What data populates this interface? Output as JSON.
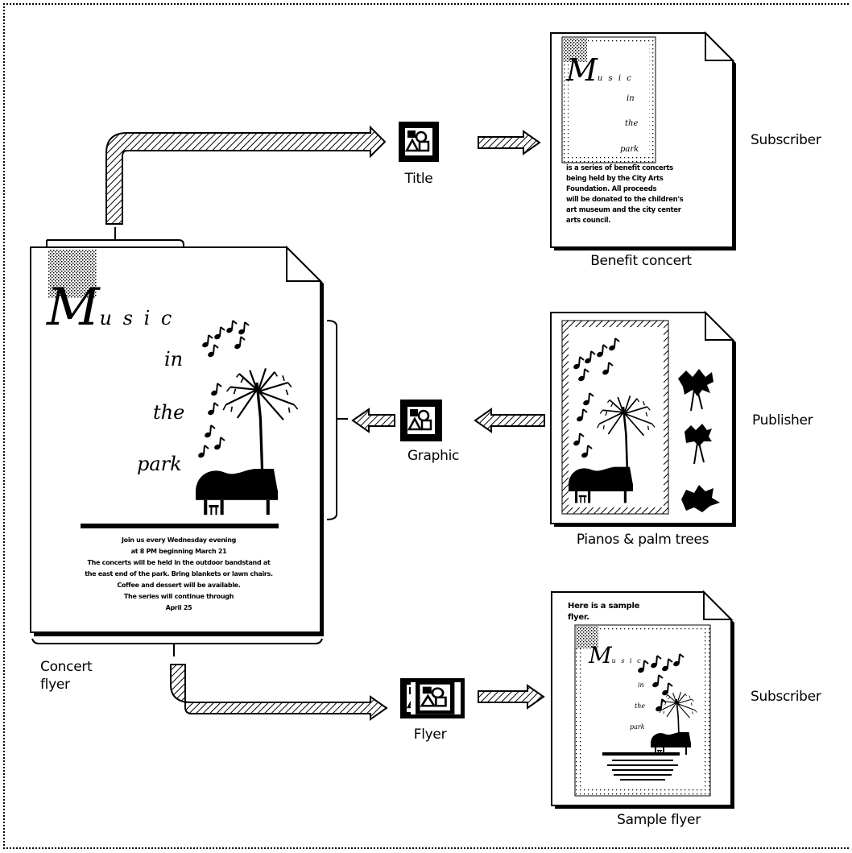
{
  "flyer": {
    "title_word1_initial": "M",
    "title_word1_rest": "u s i c",
    "title_word2": "in",
    "title_word3": "the",
    "title_word4": "park",
    "body_lines": [
      "Join us every Wednesday evening",
      "at 8 PM beginning March 21",
      "The concerts will be held in the outdoor bandstand at",
      "the east end of the park. Bring blankets or lawn chairs.",
      "Coffee and dessert will be available.",
      "The series will continue through",
      "April 25"
    ],
    "label_line1": "Concert",
    "label_line2": "flyer"
  },
  "editions": {
    "title": "Title",
    "graphic": "Graphic",
    "flyer": "Flyer"
  },
  "documents": {
    "benefit": {
      "name": "Benefit concert",
      "role": "Subscriber",
      "body_lines": [
        "is a series of benefit concerts",
        "being held by the City Arts",
        "Foundation. All proceeds",
        "will be donated to the children's",
        "art museum and the city center",
        "arts council."
      ]
    },
    "pianos": {
      "name": "Pianos & palm trees",
      "role": "Publisher"
    },
    "sample": {
      "name": "Sample flyer",
      "role": "Subscriber",
      "note_line1": "Here is a sample",
      "note_line2": "flyer."
    }
  }
}
